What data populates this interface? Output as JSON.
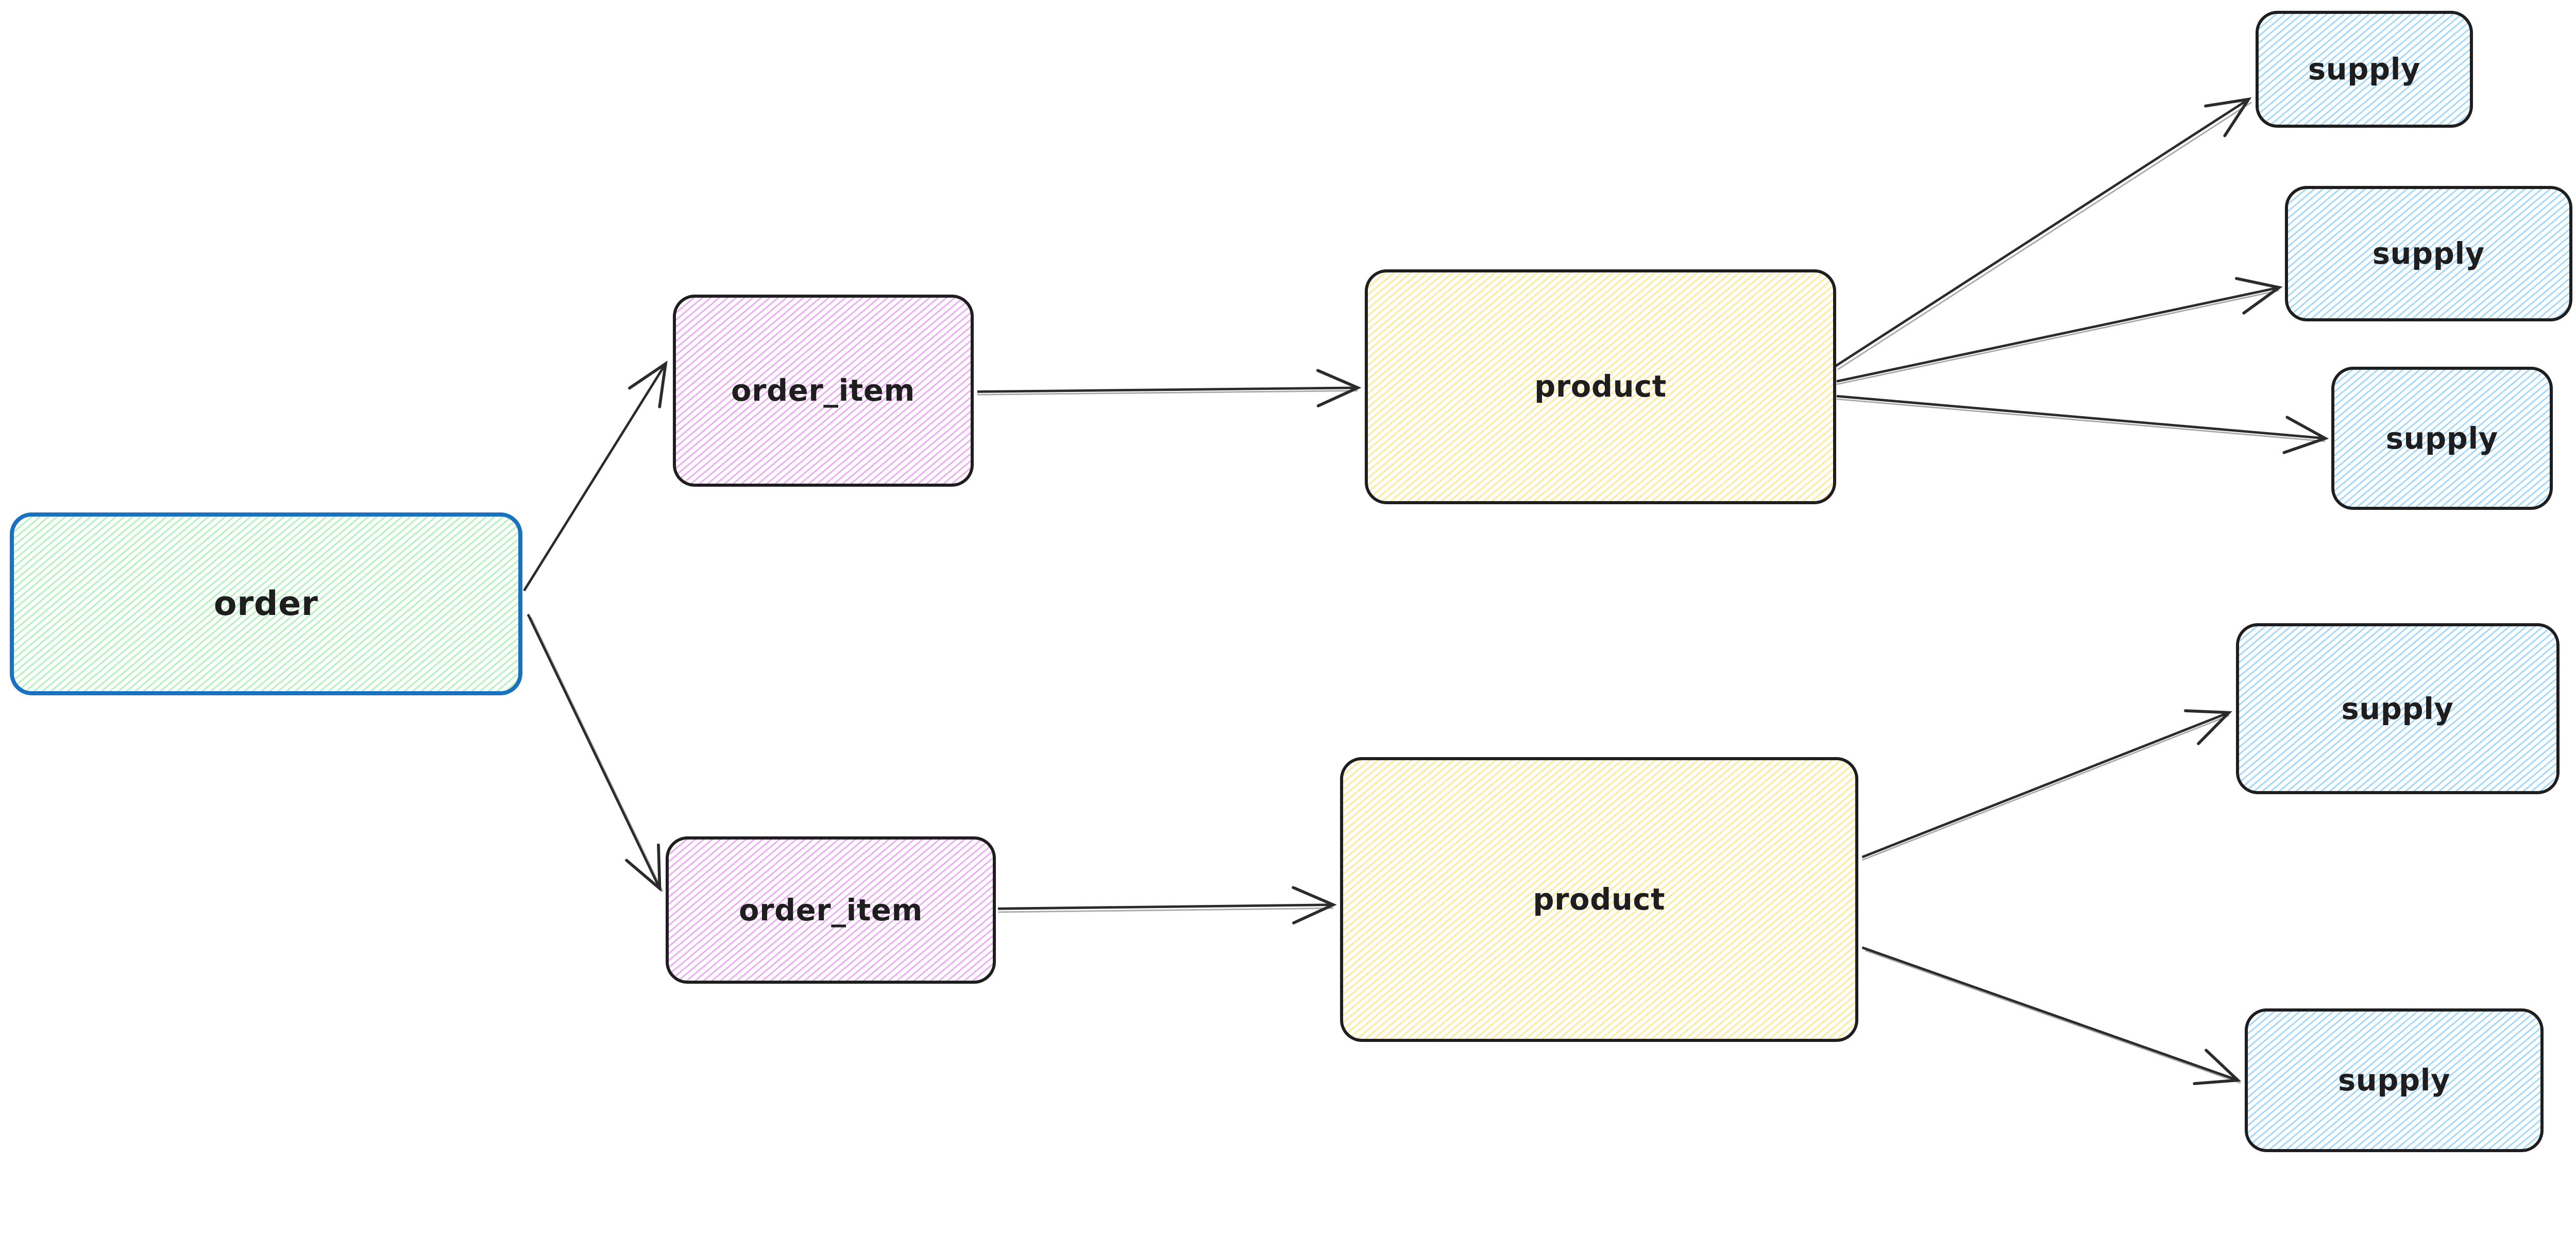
{
  "canvas": {
    "background_color": "#ffffff",
    "edge_color": "#2b2b2b"
  },
  "nodes": [
    {
      "id": "order",
      "label": "order",
      "fill_color": "#b2f2bb",
      "stroke_color": "#1971c2"
    },
    {
      "id": "order_item_top",
      "label": "order_item",
      "fill_color": "#eeaef5",
      "stroke_color": "#1e1e1e"
    },
    {
      "id": "order_item_bottom",
      "label": "order_item",
      "fill_color": "#eeaef5",
      "stroke_color": "#1e1e1e"
    },
    {
      "id": "product_top",
      "label": "product",
      "fill_color": "#ffe999",
      "stroke_color": "#1e1e1e"
    },
    {
      "id": "product_bottom",
      "label": "product",
      "fill_color": "#ffe999",
      "stroke_color": "#1e1e1e"
    },
    {
      "id": "supply_1",
      "label": "supply",
      "fill_color": "#a5d8ff",
      "stroke_color": "#1e1e1e"
    },
    {
      "id": "supply_2",
      "label": "supply",
      "fill_color": "#a5d8ff",
      "stroke_color": "#1e1e1e"
    },
    {
      "id": "supply_3",
      "label": "supply",
      "fill_color": "#a5d8ff",
      "stroke_color": "#1e1e1e"
    },
    {
      "id": "supply_4",
      "label": "supply",
      "fill_color": "#a5d8ff",
      "stroke_color": "#1e1e1e"
    },
    {
      "id": "supply_5",
      "label": "supply",
      "fill_color": "#a5d8ff",
      "stroke_color": "#1e1e1e"
    }
  ],
  "edges": [
    {
      "from": "order",
      "to": "order_item_top"
    },
    {
      "from": "order",
      "to": "order_item_bottom"
    },
    {
      "from": "order_item_top",
      "to": "product_top"
    },
    {
      "from": "order_item_bottom",
      "to": "product_bottom"
    },
    {
      "from": "product_top",
      "to": "supply_1"
    },
    {
      "from": "product_top",
      "to": "supply_2"
    },
    {
      "from": "product_top",
      "to": "supply_3"
    },
    {
      "from": "product_bottom",
      "to": "supply_4"
    },
    {
      "from": "product_bottom",
      "to": "supply_5"
    }
  ]
}
